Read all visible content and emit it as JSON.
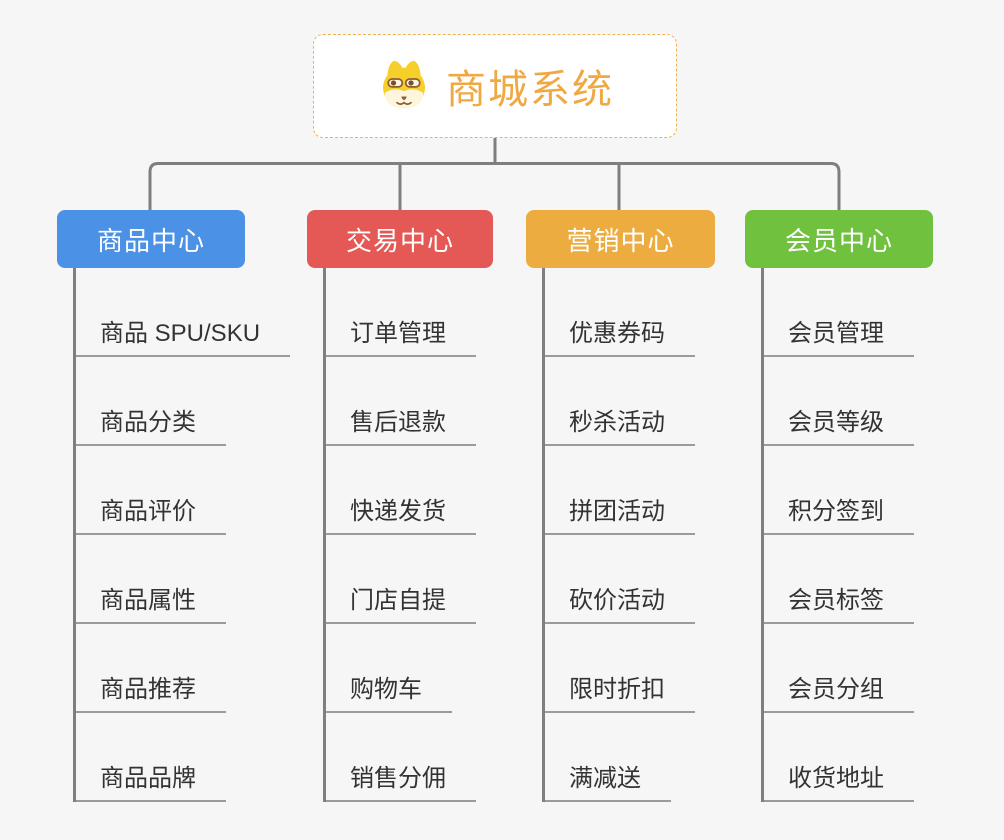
{
  "page": {
    "background": "#f6f6f6",
    "connector_color": "#7f7f7f",
    "underline_color": "#9b9b9b"
  },
  "root": {
    "title": "商城系统",
    "title_color": "#f0a843",
    "border_color": "#f2b14e",
    "icon": "dog-face-logo"
  },
  "branches": [
    {
      "label": "商品中心",
      "color": "#4b91e5",
      "children": [
        "商品 SPU/SKU",
        "商品分类",
        "商品评价",
        "商品属性",
        "商品推荐",
        "商品品牌"
      ]
    },
    {
      "label": "交易中心",
      "color": "#e45955",
      "children": [
        "订单管理",
        "售后退款",
        "快递发货",
        "门店自提",
        "购物车",
        "销售分佣"
      ]
    },
    {
      "label": "营销中心",
      "color": "#edac40",
      "children": [
        "优惠券码",
        "秒杀活动",
        "拼团活动",
        "砍价活动",
        "限时折扣",
        "满减送"
      ]
    },
    {
      "label": "会员中心",
      "color": "#6fc13e",
      "children": [
        "会员管理",
        "会员等级",
        "积分签到",
        "会员标签",
        "会员分组",
        "收货地址"
      ]
    }
  ]
}
